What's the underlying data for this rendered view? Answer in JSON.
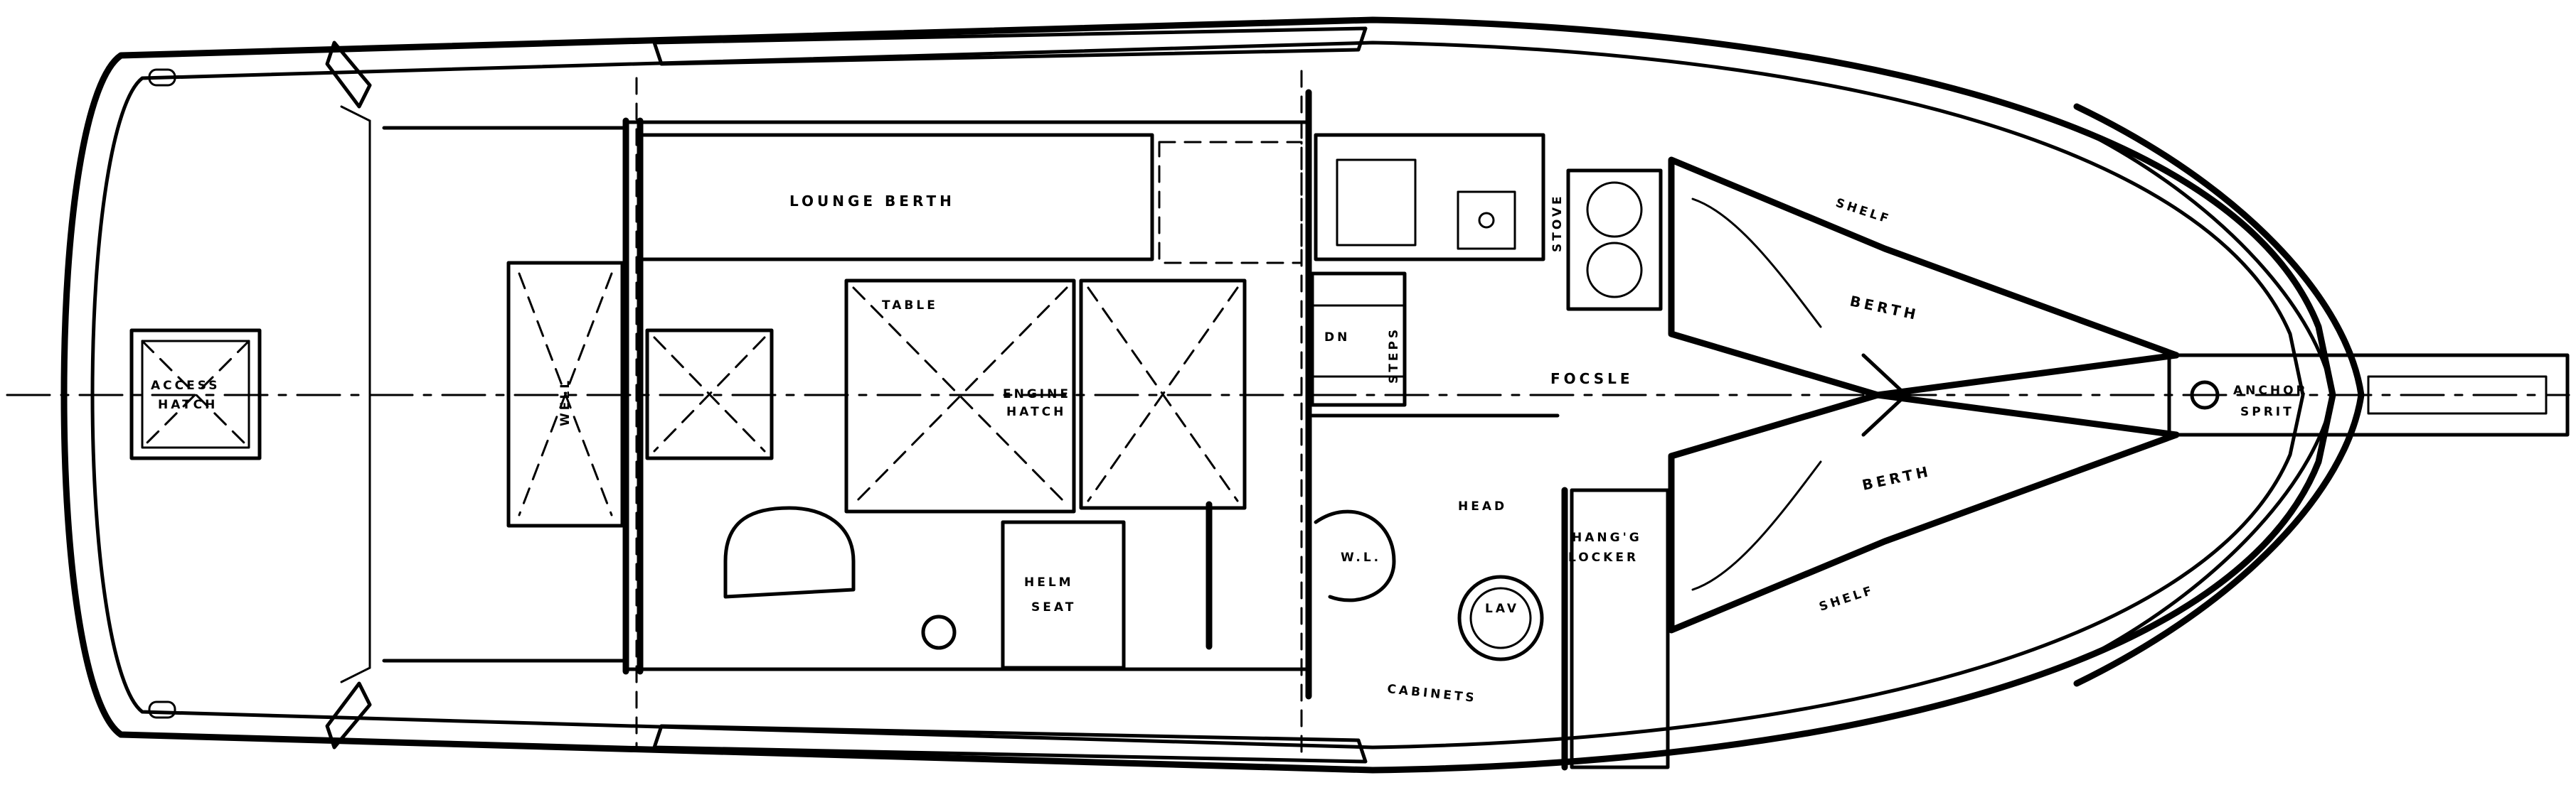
{
  "labels": {
    "access_hatch_1": "ACCESS",
    "access_hatch_2": "HATCH",
    "well": "WELL",
    "lounge_berth": "LOUNGE BERTH",
    "table": "TABLE",
    "engine_hatch_1": "ENGINE",
    "engine_hatch_2": "HATCH",
    "helm_seat_1": "HELM",
    "helm_seat_2": "SEAT",
    "dn": "DN",
    "steps": "STEPS",
    "stove": "STOVE",
    "focsle": "FOCSLE",
    "head": "HEAD",
    "wl": "W.L.",
    "lav": "LAV",
    "hang_locker_1": "HANG'G",
    "hang_locker_2": "LOCKER",
    "shelf_upper": "SHELF",
    "shelf_lower": "SHELF",
    "berth_upper": "BERTH",
    "berth_lower": "BERTH",
    "cabinets": "CABINETS",
    "anchor_spirit_1": "ANCHOR",
    "anchor_spirit_2": "SPRIT"
  }
}
